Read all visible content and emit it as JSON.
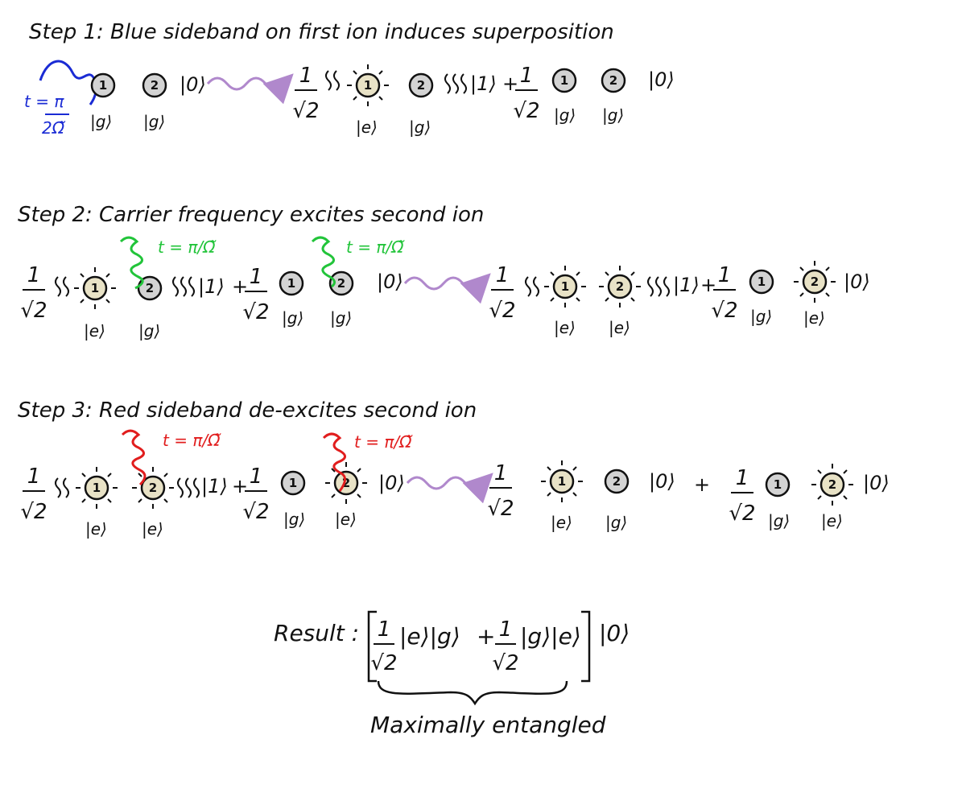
{
  "colors": {
    "ink": "#111111",
    "ion_ground": "#d3d3d3",
    "ion_excited": "#e8e2c6",
    "arrow": "#b088cc",
    "blue": "#1a2bd4",
    "green": "#22c43a",
    "red": "#e11d1d"
  },
  "step1": {
    "title": "Step 1: Blue sideband on first ion induces superposition",
    "pulse_label_t": "t = π",
    "pulse_label_den": "2Ω̃"
  },
  "step2": {
    "title": "Step 2: Carrier frequency excites second ion",
    "pulse_label": "t = π/Ω̃"
  },
  "step3": {
    "title": "Step 3: Red sideband de-excites second ion",
    "pulse_label": "t = π/Ω̃"
  },
  "labels": {
    "ket_g": "|g⟩",
    "ket_e": "|e⟩",
    "ket_0": "|0⟩",
    "ket_1": "|1⟩",
    "frac_num": "1",
    "frac_den": "√2",
    "plus": "+",
    "ion1": "1",
    "ion2": "2"
  },
  "result": {
    "label": "Result :",
    "expression": "[ 1/√2 |e⟩|g⟩ + 1/√2 |g⟩|e⟩ ] |0⟩",
    "num": "1",
    "den": "√2",
    "term1": "|e⟩|g⟩",
    "plus": "+",
    "term2": "|g⟩|e⟩",
    "ket0": "|0⟩",
    "brace_label": "Maximally entangled"
  }
}
